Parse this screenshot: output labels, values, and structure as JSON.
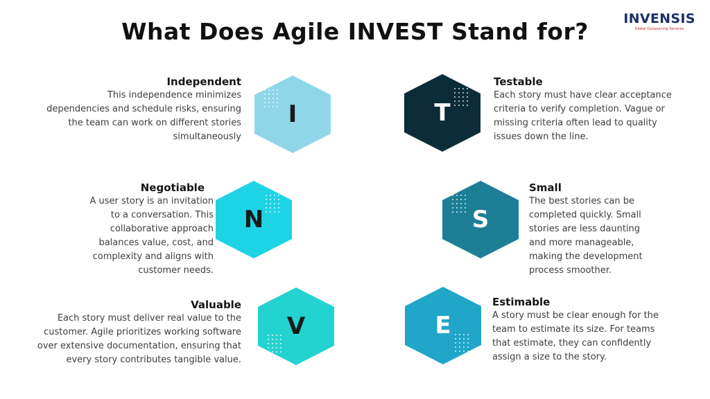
{
  "title": "What Does Agile INVEST Stand for?",
  "logo": {
    "name": "INVENSIS",
    "tagline": "Global Outsourcing Services"
  },
  "colors": {
    "I": "#8fd6e8",
    "T": "#0c2c3a",
    "N": "#1fd3e6",
    "S": "#1c7f96",
    "V": "#23d3cf",
    "E": "#1fa6c9"
  },
  "items": {
    "I": {
      "letter": "I",
      "heading": "Independent",
      "lines": [
        "This independence minimizes",
        "dependencies and schedule risks, ensuring",
        "the team can work on different stories",
        "simultaneously"
      ]
    },
    "T": {
      "letter": "T",
      "heading": "Testable",
      "lines": [
        "Each story must have clear acceptance",
        "criteria to verify completion. Vague or",
        "missing criteria often lead to quality",
        "issues down the line."
      ]
    },
    "N": {
      "letter": "N",
      "heading": "Negotiable",
      "lines": [
        "A user story is an invitation",
        "to a conversation.  This",
        "collaborative approach",
        "balances value, cost, and",
        "complexity and aligns with",
        "customer needs."
      ]
    },
    "S": {
      "letter": "S",
      "heading": "Small",
      "lines": [
        "The best stories can be",
        "completed quickly. Small",
        "stories are less daunting",
        "and more manageable,",
        "making the development",
        "process smoother."
      ]
    },
    "V": {
      "letter": "V",
      "heading": "Valuable",
      "lines": [
        "Each story must deliver real value to the",
        "customer. Agile prioritizes working software",
        "over extensive documentation, ensuring that",
        "every story contributes tangible value."
      ]
    },
    "E": {
      "letter": "E",
      "heading": "Estimable",
      "lines": [
        "A story must be clear enough for the",
        "team to estimate its size.  For teams",
        "that estimate, they can confidently",
        "assign a size to the story."
      ]
    }
  }
}
